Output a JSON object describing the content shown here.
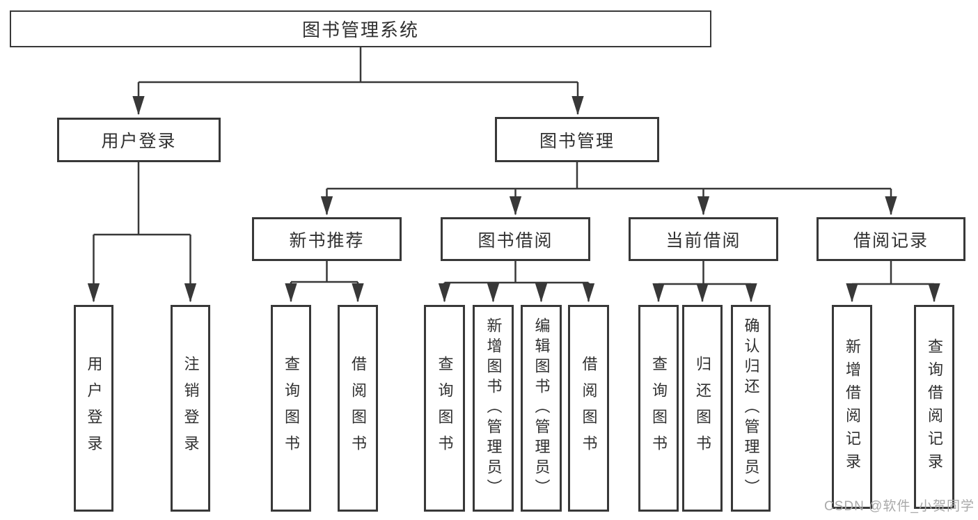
{
  "diagram": {
    "root": {
      "label": "图书管理系统"
    },
    "branches": [
      {
        "label": "用户登录",
        "leaves": [
          {
            "label": "用户登录"
          },
          {
            "label": "注销登录"
          }
        ]
      },
      {
        "label": "图书管理",
        "groups": [
          {
            "label": "新书推荐",
            "leaves": [
              {
                "label": "查询图书"
              },
              {
                "label": "借阅图书"
              }
            ]
          },
          {
            "label": "图书借阅",
            "leaves": [
              {
                "label": "查询图书"
              },
              {
                "label": "新增图书（管理员）"
              },
              {
                "label": "编辑图书（管理员）"
              },
              {
                "label": "借阅图书"
              }
            ]
          },
          {
            "label": "当前借阅",
            "leaves": [
              {
                "label": "查询图书"
              },
              {
                "label": "归还图书"
              },
              {
                "label": "确认归还（管理员）"
              }
            ]
          },
          {
            "label": "借阅记录",
            "leaves": [
              {
                "label": "新增借阅记录"
              },
              {
                "label": "查询借阅记录"
              }
            ]
          }
        ]
      }
    ]
  },
  "watermark": {
    "text": "CSDN @软件_小贺同学"
  },
  "colors": {
    "line": "#383838",
    "text": "#303030",
    "background": "#ffffff",
    "watermark": "#a9a9a9"
  }
}
